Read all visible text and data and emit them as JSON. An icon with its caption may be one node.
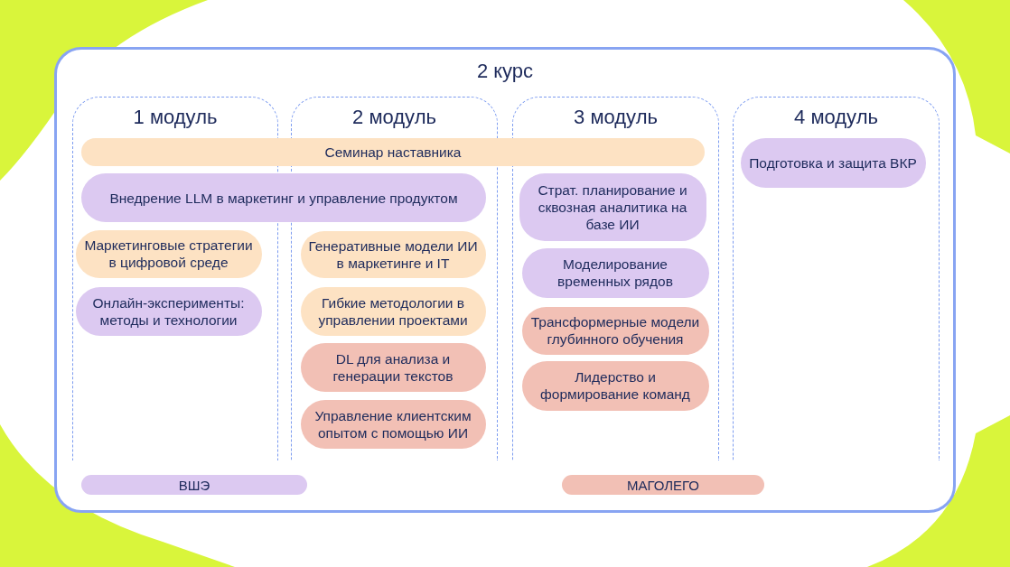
{
  "diagram": {
    "nodes": [
      {
        "text": [
          "2 курс"
        ]
      },
      {
        "text": [
          "1 модуль"
        ],
        "in": 0
      },
      {
        "text": [
          "2 модуль"
        ],
        "in": 0
      },
      {
        "text": [
          "3 модуль"
        ],
        "in": 0
      },
      {
        "text": [
          "4 модуль"
        ],
        "in": 0
      },
      {
        "text": [
          "Семинар наставника"
        ],
        "in": 0
      },
      {
        "text": [
          "Внедрение LLM в маркетинг и управление продуктом"
        ],
        "in": 0
      },
      {
        "text": [
          "Маркетинговые стратегии в цифровой среде"
        ],
        "in": 1
      },
      {
        "text": [
          "Онлайн-эксперименты: методы и технологии"
        ],
        "in": 1
      },
      {
        "text": [
          "Генеративные модели ИИ в маркетинге и IT"
        ],
        "in": 2
      },
      {
        "text": [
          "Гибкие методологии в управлении проектами"
        ],
        "in": 2
      },
      {
        "text": [
          "DL для анализа и генерации текстов"
        ],
        "in": 2
      },
      {
        "text": [
          "Управление клиентским опытом с помощью ИИ"
        ],
        "in": 2
      },
      {
        "text": [
          "Страт. планирование и сквозная аналитика на базе ИИ"
        ],
        "in": 3
      },
      {
        "text": [
          "Моделирование временных рядов"
        ],
        "in": 3
      },
      {
        "text": [
          "Трансформерные модели глубинного обучения"
        ],
        "in": 3
      },
      {
        "text": [
          "Лидерство и формирование команд"
        ],
        "in": 3
      },
      {
        "text": [
          "Подготовка и защита ВКР"
        ],
        "in": 4
      }
    ],
    "edges": [],
    "legend": [
      {
        "text": "ВШЭ",
        "color": "#dcc9f1"
      },
      {
        "text": "МАГОЛЕГО",
        "color": "#f2c0b5"
      }
    ]
  }
}
